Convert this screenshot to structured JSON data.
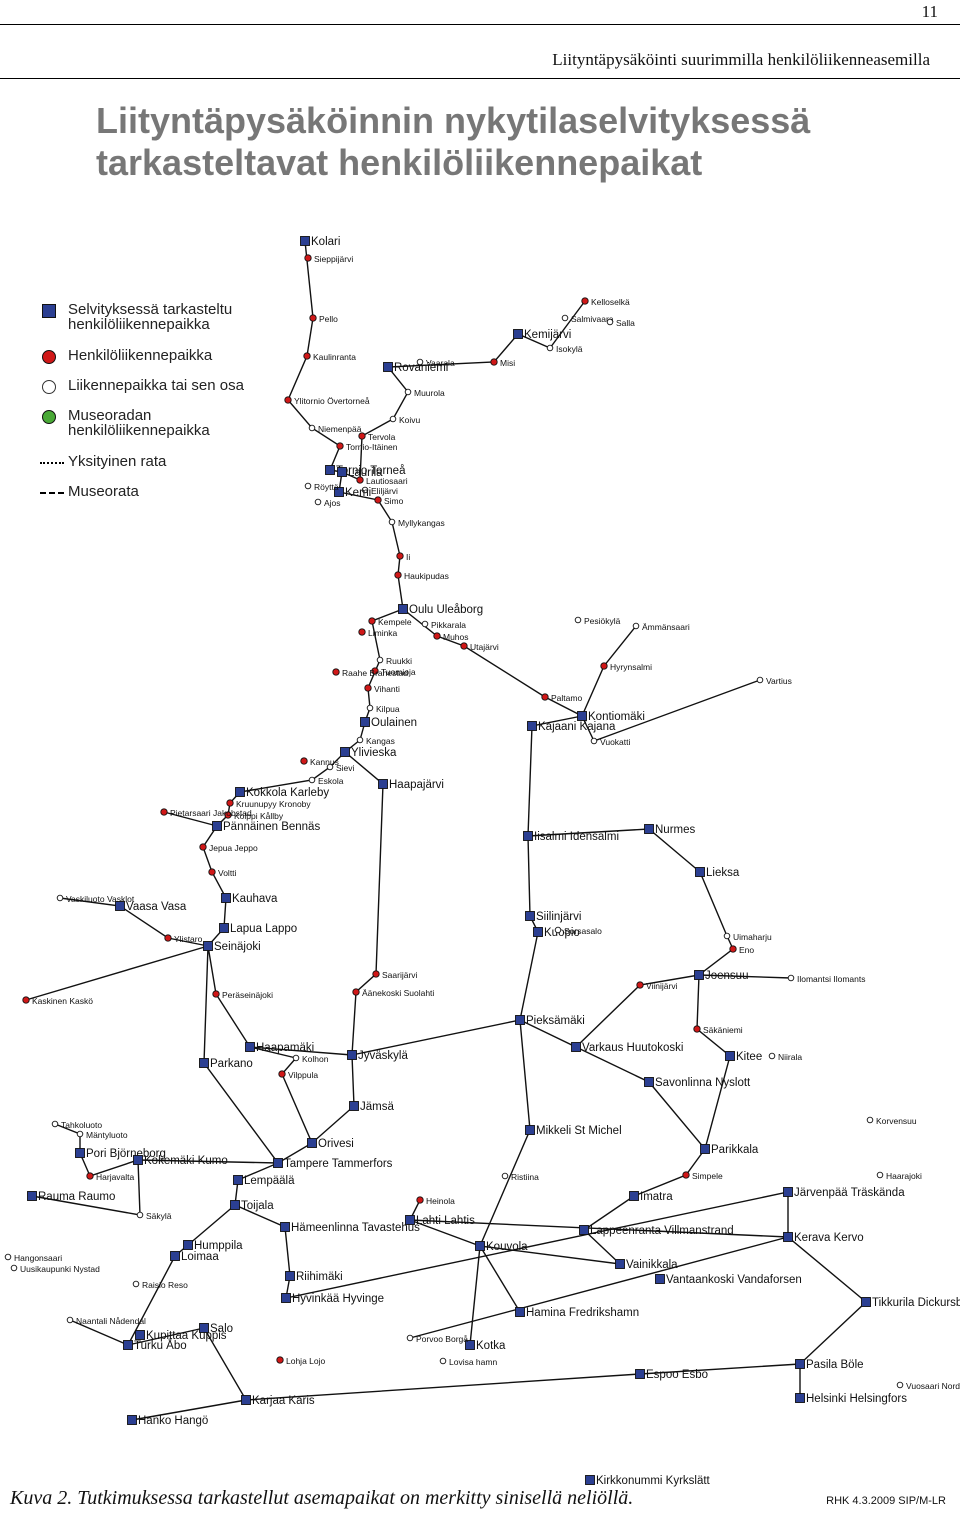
{
  "page": {
    "number": "11",
    "running_title": "Liityntäpysäköinti suurimmilla henkilöliikenneasemilla",
    "title_line1": "Liityntäpysäköinnin nykytilaselvityksessä",
    "title_line2": "tarkasteltavat henkilöliikennepaikat",
    "caption": "Kuva 2. Tutkimuksessa tarkastellut asemapaikat on merkitty sinisellä neliöllä.",
    "credit": "RHK 4.3.2009 SIP/M-LR"
  },
  "legend": {
    "studied": "Selvityksessä tarkasteltu henkilöliikennepaikka",
    "passenger": "Henkilöliikennepaikka",
    "other": "Liikennepaikka tai sen osa",
    "museum": "Museoradan henkilöliikennepaikka",
    "single": "Yksityinen rata",
    "museumline": "Museorata"
  },
  "colors": {
    "studied": "#2b3f92",
    "passenger": "#d01818",
    "other": "#ffffff",
    "museum": "#49a936",
    "rail": "#111111"
  },
  "stations": [
    {
      "n": "Kolari",
      "t": "s"
    },
    {
      "n": "Sieppijärvi",
      "t": "p"
    },
    {
      "n": "Pello",
      "t": "p"
    },
    {
      "n": "Kaulinranta",
      "t": "p"
    },
    {
      "n": "Ylitornio Övertorneå",
      "t": "p"
    },
    {
      "n": "Rovaniemi",
      "t": "s"
    },
    {
      "n": "Vaarala",
      "t": "o"
    },
    {
      "n": "Muurola",
      "t": "o"
    },
    {
      "n": "Koivu",
      "t": "o"
    },
    {
      "n": "Tervola",
      "t": "p"
    },
    {
      "n": "Niemenpää",
      "t": "o"
    },
    {
      "n": "Tornio-Itäinen",
      "t": "p"
    },
    {
      "n": "Tornio Torneå",
      "t": "s"
    },
    {
      "n": "Laurila",
      "t": "s"
    },
    {
      "n": "Lautiosaari",
      "t": "p"
    },
    {
      "n": "Eliljärvi",
      "t": "o"
    },
    {
      "n": "Kemi",
      "t": "s"
    },
    {
      "n": "Röyttä",
      "t": "o"
    },
    {
      "n": "Ajos",
      "t": "o"
    },
    {
      "n": "Simo",
      "t": "p"
    },
    {
      "n": "Kemijärvi",
      "t": "s"
    },
    {
      "n": "Misi",
      "t": "p"
    },
    {
      "n": "Isokylä",
      "t": "o"
    },
    {
      "n": "Kelloselkä",
      "t": "p"
    },
    {
      "n": "Salmivaara",
      "t": "o"
    },
    {
      "n": "Salla",
      "t": "o"
    },
    {
      "n": "Myllykangas",
      "t": "o"
    },
    {
      "n": "Ii",
      "t": "p"
    },
    {
      "n": "Haukipudas",
      "t": "p"
    },
    {
      "n": "Oulu Uleåborg",
      "t": "s"
    },
    {
      "n": "Kempele",
      "t": "p"
    },
    {
      "n": "Liminka",
      "t": "p"
    },
    {
      "n": "Pikkarala",
      "t": "o"
    },
    {
      "n": "Muhos",
      "t": "p"
    },
    {
      "n": "Utajärvi",
      "t": "p"
    },
    {
      "n": "Ruukki",
      "t": "o"
    },
    {
      "n": "Tuomioja",
      "t": "p"
    },
    {
      "n": "Raahe Brahestad",
      "t": "p"
    },
    {
      "n": "Vihanti",
      "t": "p"
    },
    {
      "n": "Kilpua",
      "t": "o"
    },
    {
      "n": "Oulainen",
      "t": "s"
    },
    {
      "n": "Kangas",
      "t": "o"
    },
    {
      "n": "Ylivieska",
      "t": "s"
    },
    {
      "n": "Sievi",
      "t": "o"
    },
    {
      "n": "Kannus",
      "t": "p"
    },
    {
      "n": "Eskola",
      "t": "o"
    },
    {
      "n": "Kokkola Karleby",
      "t": "s"
    },
    {
      "n": "Kruunupyy Kronoby",
      "t": "p"
    },
    {
      "n": "Kolppi Kållby",
      "t": "p"
    },
    {
      "n": "Pännäinen Bennäs",
      "t": "s"
    },
    {
      "n": "Pietarsaari Jakobstad",
      "t": "p"
    },
    {
      "n": "Jepua Jeppo",
      "t": "p"
    },
    {
      "n": "Voltti",
      "t": "p"
    },
    {
      "n": "Kauhava",
      "t": "s"
    },
    {
      "n": "Lapua Lappo",
      "t": "s"
    },
    {
      "n": "Seinäjoki",
      "t": "s"
    },
    {
      "n": "Vaskiluoto Vasklot",
      "t": "o"
    },
    {
      "n": "Vaasa Vasa",
      "t": "s"
    },
    {
      "n": "Ylistaro",
      "t": "p"
    },
    {
      "n": "Kaskinen Kaskö",
      "t": "p"
    },
    {
      "n": "Peräseinäjoki",
      "t": "p"
    },
    {
      "n": "Haapamäki",
      "t": "s"
    },
    {
      "n": "Parkano",
      "t": "s"
    },
    {
      "n": "Vilppula",
      "t": "p"
    },
    {
      "n": "Orivesi",
      "t": "s"
    },
    {
      "n": "Tampere Tammerfors",
      "t": "s"
    },
    {
      "n": "Lempäälä",
      "t": "s"
    },
    {
      "n": "Toijala",
      "t": "s"
    },
    {
      "n": "Mäntyluoto",
      "t": "o"
    },
    {
      "n": "Pori Björneborg",
      "t": "s"
    },
    {
      "n": "Harjavalta",
      "t": "p"
    },
    {
      "n": "Rauma Raumo",
      "t": "s"
    },
    {
      "n": "Kokemäki Kumo",
      "t": "s"
    },
    {
      "n": "Säkylä",
      "t": "o"
    },
    {
      "n": "Loimaa",
      "t": "s"
    },
    {
      "n": "Humppila",
      "t": "s"
    },
    {
      "n": "Uusikaupunki Nystad",
      "t": "o"
    },
    {
      "n": "Naantali Nådendal",
      "t": "o"
    },
    {
      "n": "Raisio Reso",
      "t": "o"
    },
    {
      "n": "Turku Åbo",
      "t": "s"
    },
    {
      "n": "Kupittaa Kuppis",
      "t": "s"
    },
    {
      "n": "Salo",
      "t": "s"
    },
    {
      "n": "Karjaa Karis",
      "t": "s"
    },
    {
      "n": "Hanko Hangö",
      "t": "s"
    },
    {
      "n": "Lohja Lojo",
      "t": "p"
    },
    {
      "n": "Riihimäki",
      "t": "s"
    },
    {
      "n": "Hyvinkää Hyvinge",
      "t": "s"
    },
    {
      "n": "Hämeenlinna Tavastehus",
      "t": "s"
    },
    {
      "n": "Jyväskylä",
      "t": "s"
    },
    {
      "n": "Äänekoski Suolahti",
      "t": "p"
    },
    {
      "n": "Jämsä",
      "t": "s"
    },
    {
      "n": "Saarijärvi",
      "t": "p"
    },
    {
      "n": "Pieksämäki",
      "t": "s"
    },
    {
      "n": "Haapajärvi",
      "t": "s"
    },
    {
      "n": "Iisalmi Idensalmi",
      "t": "s"
    },
    {
      "n": "Kajaani Kajana",
      "t": "s"
    },
    {
      "n": "Kontiomäki",
      "t": "s"
    },
    {
      "n": "Vuokatti",
      "t": "o"
    },
    {
      "n": "Paltamo",
      "t": "p"
    },
    {
      "n": "Nurmes",
      "t": "s"
    },
    {
      "n": "Lieksa",
      "t": "s"
    },
    {
      "n": "Siilinjärvi",
      "t": "s"
    },
    {
      "n": "Kuopio",
      "t": "s"
    },
    {
      "n": "Varkaus Huutokoski",
      "t": "s"
    },
    {
      "n": "Joensuu",
      "t": "s"
    },
    {
      "n": "Viinijärvi",
      "t": "p"
    },
    {
      "n": "Säkäniemi",
      "t": "p"
    },
    {
      "n": "Ilomantsi Ilomants",
      "t": "o"
    },
    {
      "n": "Savonlinna Nyslott",
      "t": "s"
    },
    {
      "n": "Parikkala",
      "t": "s"
    },
    {
      "n": "Simpele",
      "t": "p"
    },
    {
      "n": "Imatra",
      "t": "s"
    },
    {
      "n": "Vainikkala",
      "t": "s"
    },
    {
      "n": "Lappeenranta Villmanstrand",
      "t": "s"
    },
    {
      "n": "Mikkeli St Michel",
      "t": "s"
    },
    {
      "n": "Heinola",
      "t": "p"
    },
    {
      "n": "Lahti Lahtis",
      "t": "s"
    },
    {
      "n": "Kouvola",
      "t": "s"
    },
    {
      "n": "Hamina Fredrikshamn",
      "t": "s"
    },
    {
      "n": "Kotka",
      "t": "s"
    },
    {
      "n": "Lovisa hamn",
      "t": "o"
    },
    {
      "n": "Porvoo Borgå",
      "t": "o"
    },
    {
      "n": "Kerava Kervo",
      "t": "s"
    },
    {
      "n": "Järvenpää Träskända",
      "t": "s"
    },
    {
      "n": "Pasila Böle",
      "t": "s"
    },
    {
      "n": "Helsinki Helsingfors",
      "t": "s"
    },
    {
      "n": "Vuosaari Nordsjö",
      "t": "o"
    },
    {
      "n": "Espoo Esbo",
      "t": "s"
    },
    {
      "n": "Kirkkonummi Kyrkslätt",
      "t": "s"
    },
    {
      "n": "Vantaankoski Vandaforsen",
      "t": "s"
    },
    {
      "n": "Tikkurila Dickursby",
      "t": "s"
    },
    {
      "n": "Kitee",
      "t": "s"
    },
    {
      "n": "Niirala",
      "t": "o"
    },
    {
      "n": "Vartius",
      "t": "o"
    },
    {
      "n": "Ämmänsaari",
      "t": "o"
    },
    {
      "n": "Pesiökylä",
      "t": "o"
    },
    {
      "n": "Hyrynsalmi",
      "t": "p"
    },
    {
      "n": "Uimaharju",
      "t": "o"
    },
    {
      "n": "Eno",
      "t": "p"
    },
    {
      "n": "Korvensuu",
      "t": "o"
    },
    {
      "n": "Haarajoki",
      "t": "o"
    },
    {
      "n": "Ristiina",
      "t": "o"
    },
    {
      "n": "Sorsasalo",
      "t": "o"
    },
    {
      "n": "Tahkoluoto",
      "t": "o"
    },
    {
      "n": "Hangonsaari",
      "t": "o"
    },
    {
      "n": "Kolhon",
      "t": "o"
    }
  ]
}
